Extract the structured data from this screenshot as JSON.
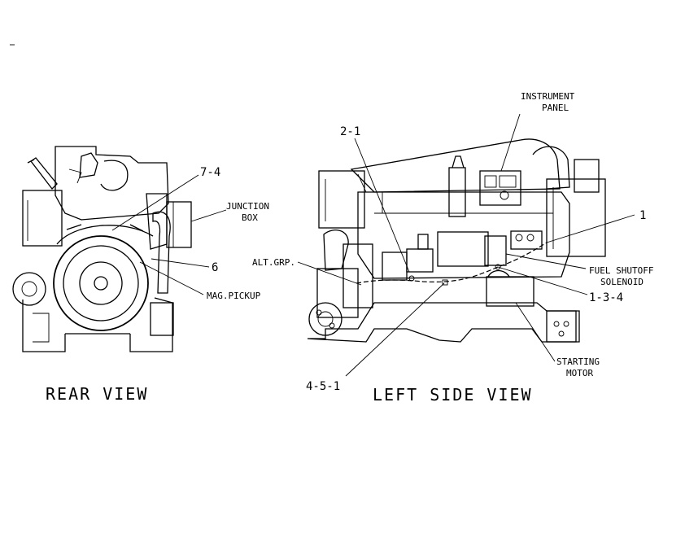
{
  "labels": {
    "rear_view": "REAR VIEW",
    "left_side_view": "LEFT SIDE VIEW",
    "junction_box": [
      "JUNCTION",
      "BOX"
    ],
    "mag_pickup": "MAG.PICKUP",
    "instrument_panel": [
      "INSTRUMENT",
      "PANEL"
    ],
    "alt_grp": "ALT.GRP.",
    "fuel_shutoff_solenoid": [
      "FUEL SHUTOFF",
      "SOLENOID"
    ],
    "starting_motor": [
      "STARTING",
      "MOTOR"
    ]
  },
  "callouts": {
    "c_7_4": "7-4",
    "c_6": "6",
    "c_2_1": "2-1",
    "c_1": "1",
    "c_1_3_4": "1-3-4",
    "c_4_5_1": "4-5-1"
  }
}
